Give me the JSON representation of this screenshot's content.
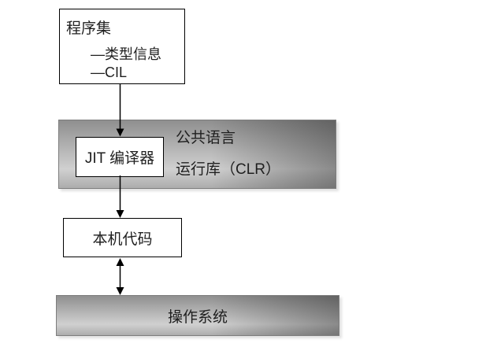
{
  "colors": {
    "canvas_bg": "#ffffff",
    "box_fill": "#ffffff",
    "box_border": "#000000",
    "metal_border": "#7d7d7d",
    "metal_top": "#8f8f8f",
    "metal_mid": "#d0d0d0",
    "metal_bottom": "#adadad",
    "arrow": "#000000",
    "text": "#1f1f1f"
  },
  "assembly_box": {
    "title": "程序集",
    "items": [
      "—类型信息",
      "—CIL"
    ]
  },
  "jit_box": {
    "label": "JIT 编译器"
  },
  "clr_box": {
    "line1": "公共语言",
    "line2": "运行库（CLR）"
  },
  "native_box": {
    "label": "本机代码"
  },
  "os_bar": {
    "label": "操作系统"
  }
}
